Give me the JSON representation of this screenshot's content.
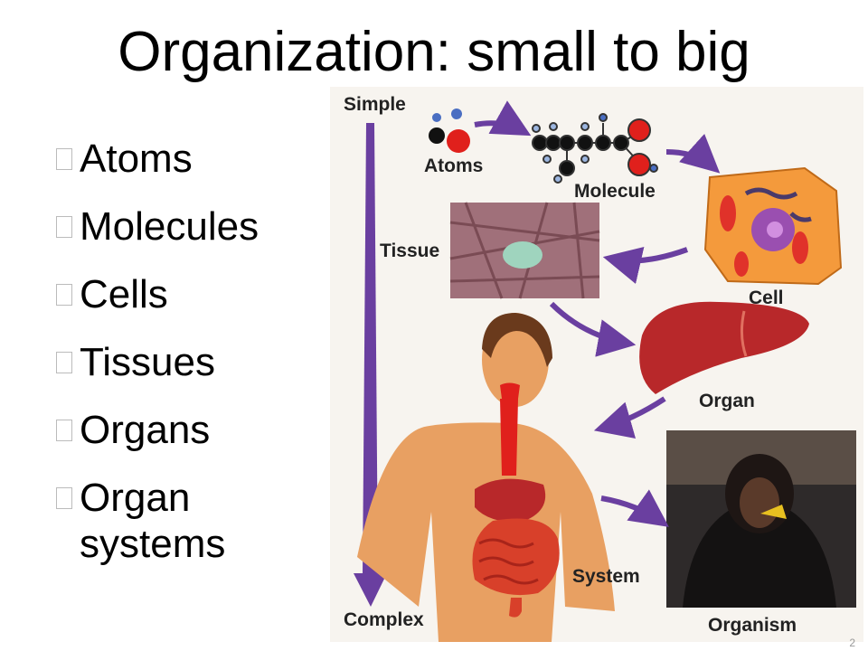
{
  "slide": {
    "title": "Organization: small to big",
    "bullets": [
      "Atoms",
      "Molecules",
      "Cells",
      "Tissues",
      "Organs",
      "Organ systems"
    ],
    "slide_number": "2"
  },
  "figure": {
    "labels": {
      "simple": "Simple",
      "complex": "Complex",
      "atoms": "Atoms",
      "molecule": "Molecule",
      "cell": "Cell",
      "tissue": "Tissue",
      "organ": "Organ",
      "system": "System",
      "organism": "Organism"
    }
  },
  "colors": {
    "arrow": "#6a3fa0",
    "oxygen": "#e0201c",
    "cell": "#f49a3c",
    "organ": "#b8282a",
    "skin": "#e8a062"
  }
}
